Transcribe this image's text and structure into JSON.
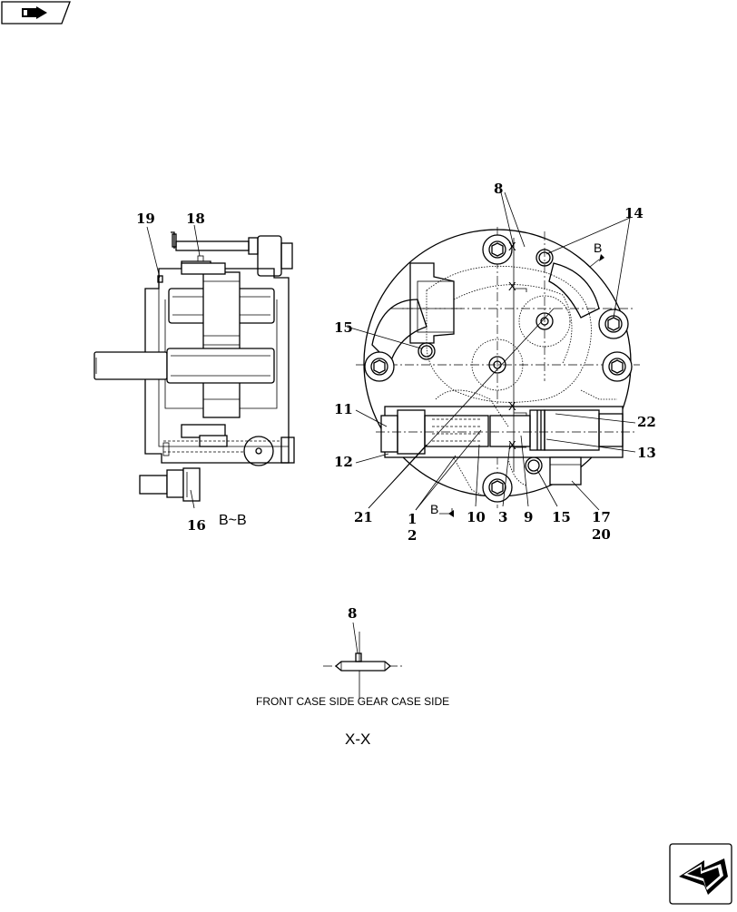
{
  "callouts": {
    "c1": "1",
    "c2": "2",
    "c3": "3",
    "c8": "8",
    "c9": "9",
    "c10": "10",
    "c11": "11",
    "c12": "12",
    "c13": "13",
    "c14": "14",
    "c15a": "15",
    "c15b": "15",
    "c16": "16",
    "c17": "17",
    "c18": "18",
    "c19": "19",
    "c20": "20",
    "c21": "21",
    "c22": "22",
    "c8x": "8"
  },
  "section_marks": {
    "b_top": "B",
    "b_bottom": "B",
    "x1": "X",
    "x2": "X",
    "x3": "X",
    "x4": "X"
  },
  "labels": {
    "view_bb": "B~B",
    "view_xx": "X-X",
    "case_sides": "FRONT CASE SIDE GEAR CASE SIDE"
  },
  "icons": {
    "top_left": "book-arrow-icon",
    "bottom_right": "next-page-arrow-icon"
  }
}
